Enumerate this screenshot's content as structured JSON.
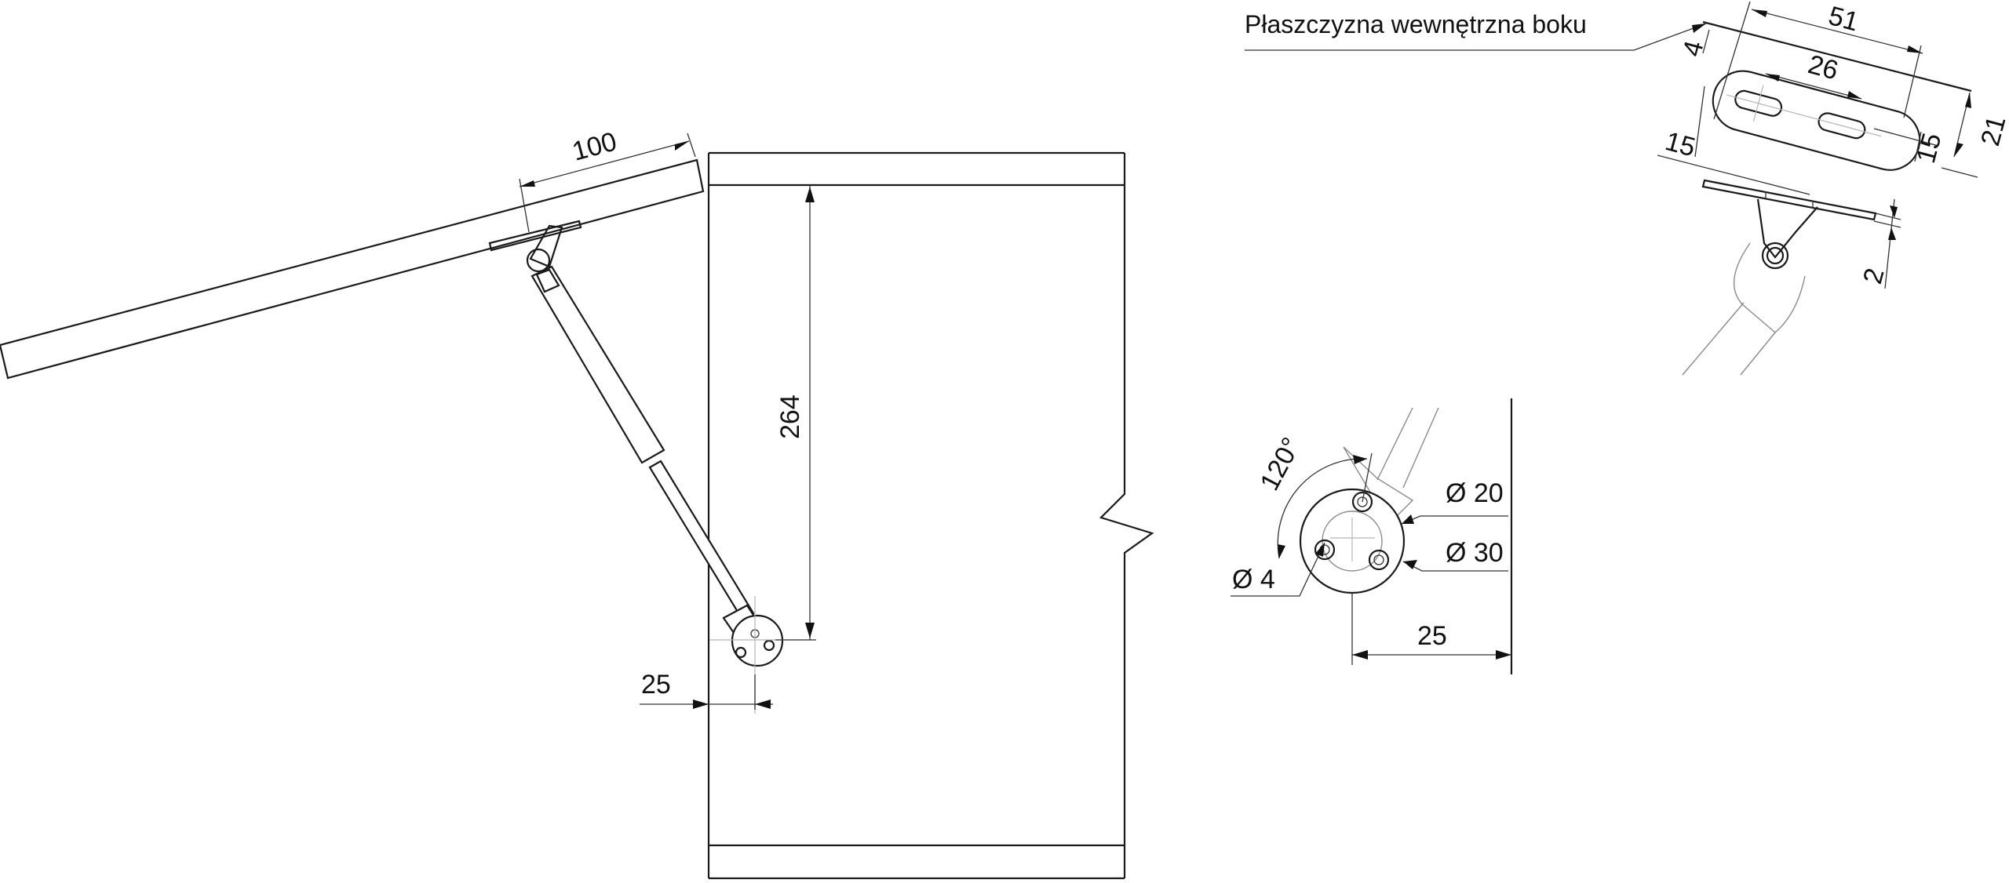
{
  "view_left": {
    "dim_flap_offset": "100",
    "dim_height": "264",
    "dim_edge_offset": "25"
  },
  "view_center": {
    "dim_angle": "120°",
    "dim_inner_diameter": "Ø 20",
    "dim_outer_diameter": "Ø 30",
    "dim_hole_diameter": "Ø 4",
    "dim_edge_offset": "25"
  },
  "view_right": {
    "caption": "Płaszczyzna wewnętrzna boku",
    "dim_length": "51",
    "dim_slot_spacing": "26",
    "dim_top_offset": "4",
    "dim_left_offset": "15",
    "dim_right_offset": "15",
    "dim_width": "21",
    "dim_thickness": "2"
  }
}
